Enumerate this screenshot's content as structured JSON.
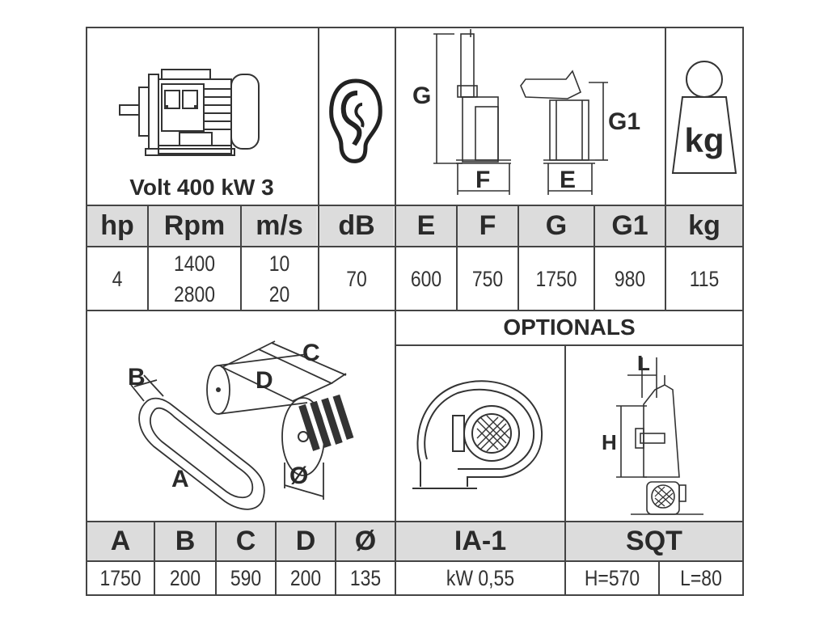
{
  "motor": {
    "caption": "Volt 400 kW 3"
  },
  "machine_diagram": {
    "g": "G",
    "g1": "G1",
    "f": "F",
    "e": "E"
  },
  "weight_icon": {
    "kg": "kg"
  },
  "specs": {
    "headers": [
      "hp",
      "Rpm",
      "m/s",
      "dB",
      "E",
      "F",
      "G",
      "G1",
      "kg"
    ],
    "values": [
      [
        "4"
      ],
      [
        "1400",
        "2800"
      ],
      [
        "10",
        "20"
      ],
      [
        "70"
      ],
      [
        "600"
      ],
      [
        "750"
      ],
      [
        "1750"
      ],
      [
        "980"
      ],
      [
        "115"
      ]
    ]
  },
  "belt_diagram": {
    "a": "A",
    "b": "B",
    "c": "C",
    "d": "D",
    "dia": "Ø"
  },
  "optionals": {
    "title": "OPTIONALS",
    "stand_h": "H",
    "stand_l": "L"
  },
  "belt_specs": {
    "headers": [
      "A",
      "B",
      "C",
      "D",
      "Ø"
    ],
    "values": [
      "1750",
      "200",
      "590",
      "200",
      "135"
    ]
  },
  "optional_specs": {
    "headers": [
      "IA-1",
      "SQT"
    ],
    "ia1_value": "kW 0,55",
    "sqt_values": [
      "H=570",
      "L=80"
    ]
  }
}
